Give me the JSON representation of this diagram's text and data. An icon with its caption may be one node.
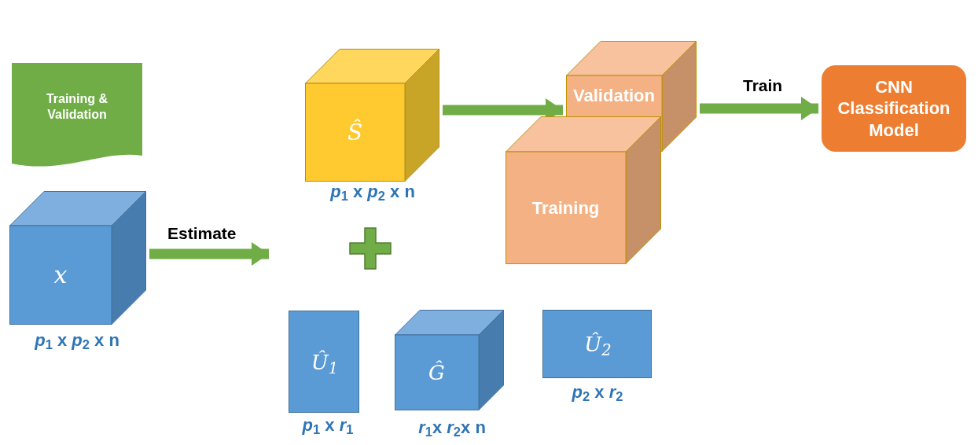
{
  "diagram": {
    "nodes": [
      {
        "text": [
          "Training & Validation"
        ]
      },
      {
        "text": [
          "x"
        ],
        "beside": [
          "*p*$_{1}$ x *p*$_{2}$ x n"
        ]
      },
      {
        "text": [
          "Ŝ"
        ],
        "beside": [
          "*p*$_{1}$ x *p*$_{2}$ x n"
        ]
      },
      {
        "text": [
          "*Û*$_{1}$"
        ],
        "beside": [
          "*p*$_{1}$ x *r*$_{1}$"
        ]
      },
      {
        "text": [
          "Ĝ"
        ],
        "beside": [
          "*r*$_{1}$x *r*$_{2}$x n"
        ]
      },
      {
        "text": [
          "*Û*$_{2}$"
        ],
        "beside": [
          "*p*$_{2}$ x *r*$_{2}$"
        ]
      },
      {
        "text": [
          "Validation"
        ]
      },
      {
        "text": [
          "Training"
        ]
      },
      {
        "text": [
          "CNN Classification Model"
        ]
      }
    ],
    "edges": [
      {
        "from": 1,
        "to": null,
        "arrow": "to",
        "label": "Estimate"
      },
      {
        "from": 2,
        "to": 6,
        "arrow": "to"
      },
      {
        "from": 6,
        "to": 8,
        "arrow": "to",
        "label": "Train"
      }
    ]
  }
}
